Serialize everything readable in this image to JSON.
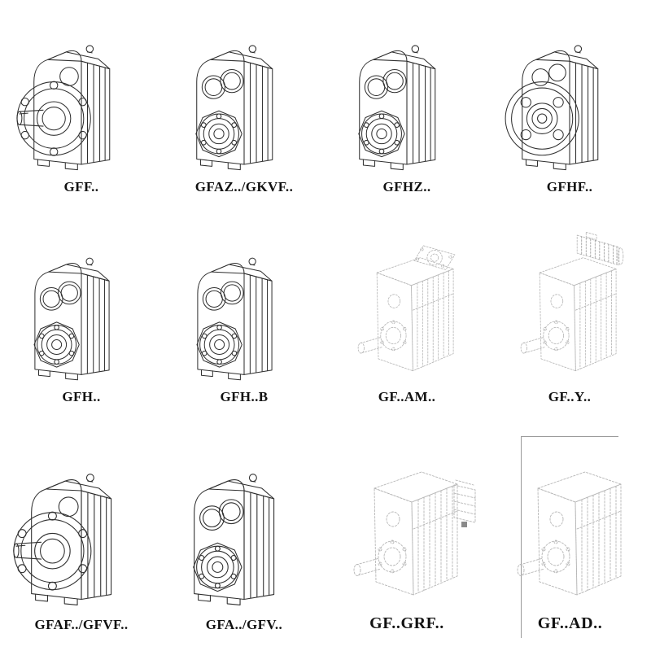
{
  "colors": {
    "background": "#ffffff",
    "line_solid": "#2f2f2f",
    "line_ghost": "#b6b6b6",
    "label_text": "#111111"
  },
  "cells": [
    {
      "label": "GFF..",
      "drawing": "gearbox-solid-shaft-flange-drawing",
      "symbol": "#sym-flange-shaft"
    },
    {
      "label": "GFAZ../GKVF..",
      "drawing": "gearbox-hollow-shaft-drawing",
      "symbol": "#sym-hollow"
    },
    {
      "label": "GFHZ..",
      "drawing": "gearbox-hollow-shaft-drawing",
      "symbol": "#sym-hollow"
    },
    {
      "label": "GFHF..",
      "drawing": "gearbox-flange-hollow-drawing",
      "symbol": "#sym-flange"
    },
    {
      "label": "GFH..",
      "drawing": "gearbox-hollow-shaft-drawing",
      "symbol": "#sym-hollow"
    },
    {
      "label": "GFH..B",
      "drawing": "gearbox-hollow-shaft-foot-drawing",
      "symbol": "#sym-hollow"
    },
    {
      "label": "GF..AM..",
      "drawing": "gearbox-motor-flange-adapter-drawing",
      "symbol": "#sym-ghost-flangetop"
    },
    {
      "label": "GF..Y..",
      "drawing": "gearbox-with-motor-drawing",
      "symbol": "#sym-ghost-motor"
    },
    {
      "label": "GFAF../GFVF..",
      "drawing": "gearbox-solid-shaft-flange-drawing",
      "symbol": "#sym-flange-shaft"
    },
    {
      "label": "GFA../GFV..",
      "drawing": "gearbox-hollow-shaft-drawing",
      "symbol": "#sym-hollow"
    },
    {
      "label": "GF..GRF..",
      "drawing": "gearbox-gearmotor-adapter-drawing",
      "symbol": "#sym-ghost-motor2"
    },
    {
      "label": "GF..AD..",
      "drawing": "gearbox-input-adapter-drawing",
      "symbol": "#sym-ghost-plain"
    }
  ]
}
